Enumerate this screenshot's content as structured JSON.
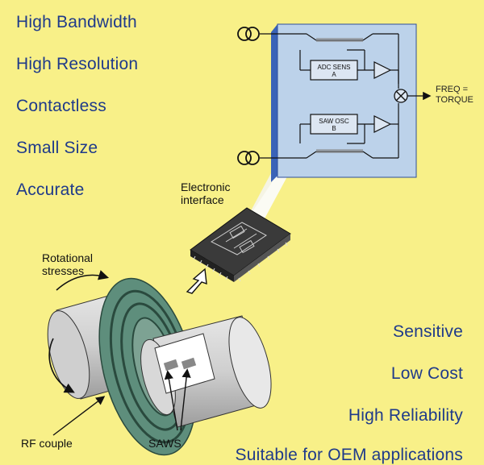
{
  "features_left": [
    "High Bandwidth",
    "High Resolution",
    "Contactless",
    "Small Size",
    "Accurate"
  ],
  "features_right": [
    "Sensitive",
    "Low Cost",
    "High Reliability",
    "Suitable for OEM applications"
  ],
  "labels": {
    "electronic_interface_line1": "Electronic",
    "electronic_interface_line2": "interface",
    "rotational_line1": "Rotational",
    "rotational_line2": "stresses",
    "rf_couple": "RF couple",
    "saws": "SAWS"
  },
  "circuit": {
    "output_line1": "FREQ =",
    "output_line2": "TORQUE",
    "block_a_line1": "ADC SENS",
    "block_a_line2": "A",
    "block_b_line1": "SAW OSC",
    "block_b_line2": "B"
  },
  "colors": {
    "background": "#f8f088",
    "feature_text": "#1f3a8a",
    "circuit_panel": "#bcd2ea",
    "circuit_panel_edge": "#3a63b8",
    "ring": "#5e8e7c"
  }
}
